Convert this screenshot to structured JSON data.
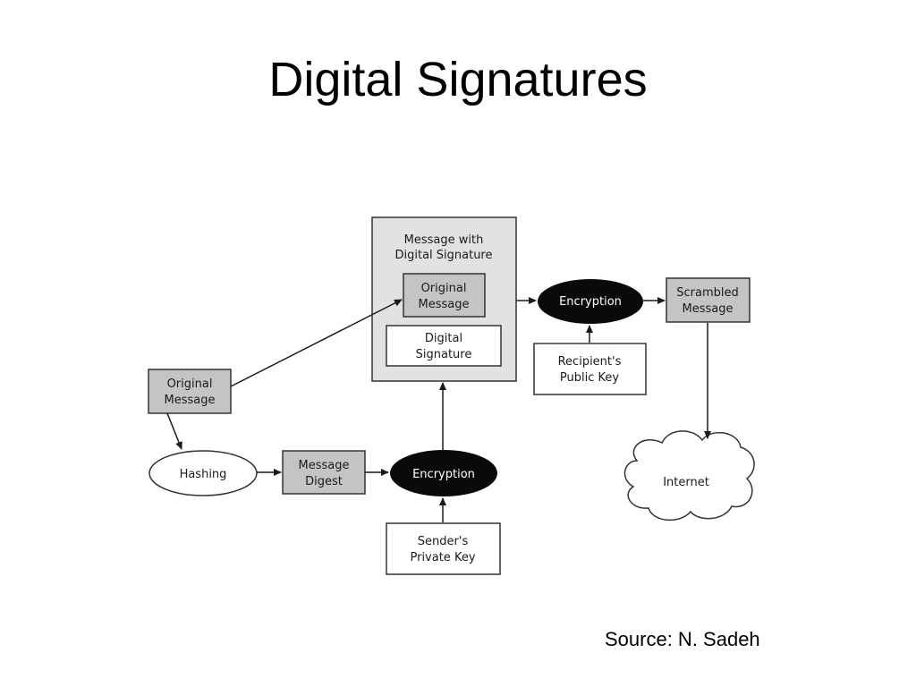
{
  "title": "Digital Signatures",
  "source": "Source: N. Sadeh",
  "colors": {
    "box_gray": "#c4c4c4",
    "container_gray": "#e2e2e2",
    "ellipse_black": "#0a0a0a",
    "stroke": "#333333"
  },
  "diagram": {
    "container_title_1": "Message with",
    "container_title_2": "Digital Signature",
    "inner_original_1": "Original",
    "inner_original_2": "Message",
    "inner_signature_1": "Digital",
    "inner_signature_2": "Signature",
    "left_original_1": "Original",
    "left_original_2": "Message",
    "hashing": "Hashing",
    "digest_1": "Message",
    "digest_2": "Digest",
    "encryption_bottom": "Encryption",
    "private_key_1": "Sender's",
    "private_key_2": "Private Key",
    "encryption_top": "Encryption",
    "public_key_1": "Recipient's",
    "public_key_2": "Public Key",
    "scrambled_1": "Scrambled",
    "scrambled_2": "Message",
    "internet": "Internet"
  }
}
